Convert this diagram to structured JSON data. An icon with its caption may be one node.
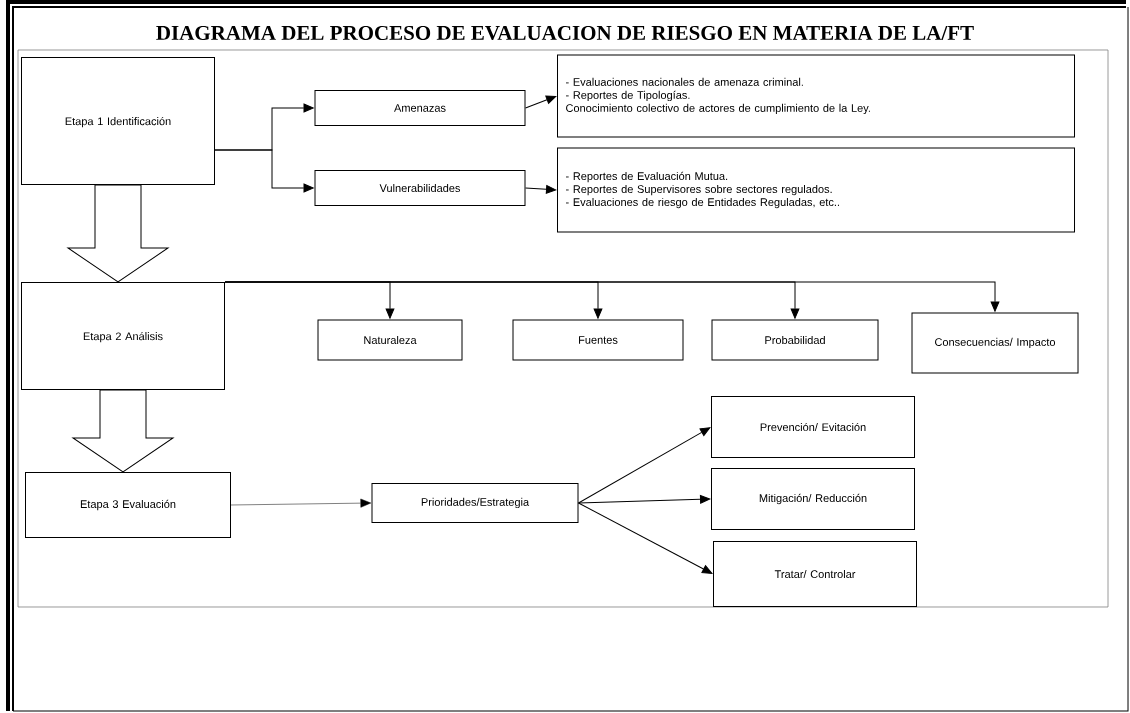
{
  "diagram": {
    "title": "DIAGRAMA DEL PROCESO DE EVALUACION DE RIESGO EN MATERIA DE LA/FT",
    "nodes": [
      {
        "text": [
          "Etapa 1 Identificación"
        ]
      },
      {
        "text": [
          "Amenazas"
        ]
      },
      {
        "text": [
          "- Evaluaciones nacionales de amenaza criminal.",
          "- Reportes de Tipologías.",
          "Conocimiento colectivo de actores de cumplimiento de la Ley."
        ]
      },
      {
        "text": [
          "Vulnerabilidades"
        ]
      },
      {
        "text": [
          "- Reportes de Evaluación Mutua.",
          "- Reportes de Supervisores sobre sectores regulados.",
          "- Evaluaciones de riesgo de Entidades Reguladas, etc.."
        ]
      },
      {
        "text": [
          "Etapa 2 Análisis"
        ]
      },
      {
        "text": [
          "Naturaleza"
        ]
      },
      {
        "text": [
          "Fuentes"
        ]
      },
      {
        "text": [
          "Probabilidad"
        ]
      },
      {
        "text": [
          "Consecuencias/ Impacto"
        ]
      },
      {
        "text": [
          "Etapa 3 Evaluación"
        ]
      },
      {
        "text": [
          "Prioridades/Estrategia"
        ]
      },
      {
        "text": [
          "Prevención/ Evitación"
        ]
      },
      {
        "text": [
          "Mitigación/ Reducción"
        ]
      },
      {
        "text": [
          "Tratar/ Controlar"
        ]
      }
    ],
    "edges": [
      {
        "from": 0,
        "to": 1,
        "arrow": "to"
      },
      {
        "from": 0,
        "to": 3,
        "arrow": "to"
      },
      {
        "from": 1,
        "to": 2,
        "arrow": "to"
      },
      {
        "from": 3,
        "to": 4,
        "arrow": "to"
      },
      {
        "from": 0,
        "to": 5,
        "arrow": "to"
      },
      {
        "from": 5,
        "to": 6,
        "arrow": "to"
      },
      {
        "from": 5,
        "to": 7,
        "arrow": "to"
      },
      {
        "from": 5,
        "to": 8,
        "arrow": "to"
      },
      {
        "from": 5,
        "to": 9,
        "arrow": "to"
      },
      {
        "from": 5,
        "to": 10,
        "arrow": "to"
      },
      {
        "from": 10,
        "to": 11,
        "arrow": "to"
      },
      {
        "from": 11,
        "to": 12,
        "arrow": "to"
      },
      {
        "from": 11,
        "to": 13,
        "arrow": "to"
      },
      {
        "from": 11,
        "to": 14,
        "arrow": "to"
      }
    ]
  }
}
